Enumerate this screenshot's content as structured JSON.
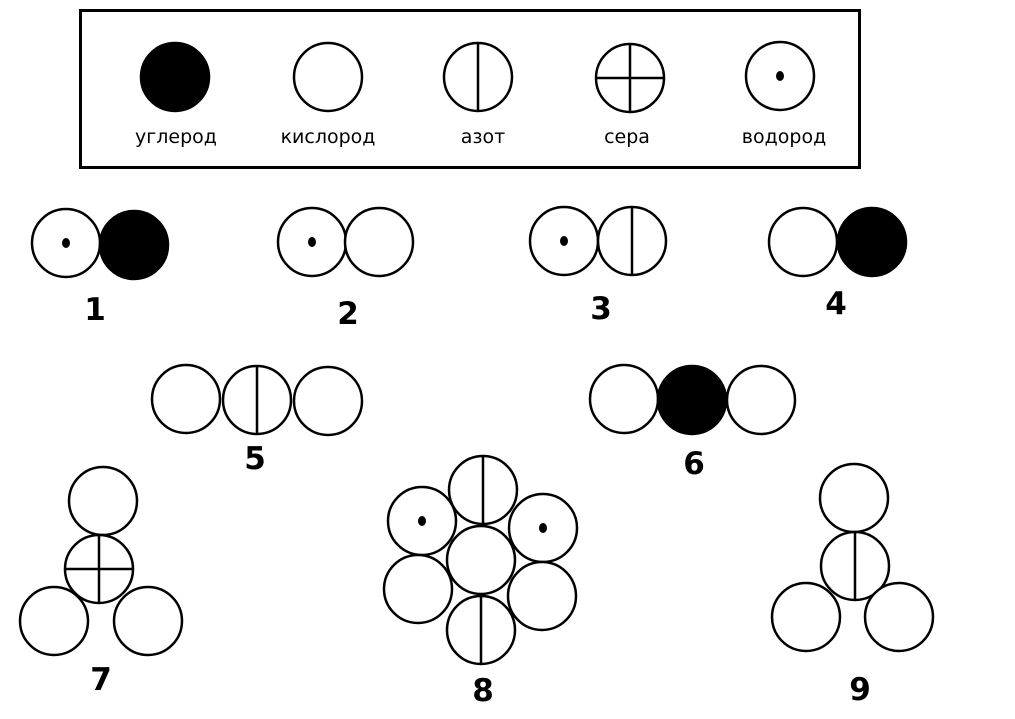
{
  "legend": {
    "items": [
      {
        "key": "carbon",
        "label": "углерод"
      },
      {
        "key": "oxygen",
        "label": "кислород"
      },
      {
        "key": "nitrogen",
        "label": "азот"
      },
      {
        "key": "sulfur",
        "label": "сера"
      },
      {
        "key": "hydrogen",
        "label": "водород"
      }
    ]
  },
  "molecules": [
    {
      "number": "1",
      "atoms": [
        "hydrogen",
        "carbon"
      ]
    },
    {
      "number": "2",
      "atoms": [
        "hydrogen",
        "oxygen"
      ]
    },
    {
      "number": "3",
      "atoms": [
        "hydrogen",
        "nitrogen"
      ]
    },
    {
      "number": "4",
      "atoms": [
        "oxygen",
        "carbon"
      ]
    },
    {
      "number": "5",
      "atoms": [
        "oxygen",
        "nitrogen",
        "oxygen"
      ]
    },
    {
      "number": "6",
      "atoms": [
        "oxygen",
        "carbon",
        "oxygen"
      ]
    },
    {
      "number": "7",
      "atoms": [
        "oxygen",
        "sulfur",
        "oxygen",
        "oxygen"
      ]
    },
    {
      "number": "8",
      "atoms": [
        "hydrogen",
        "nitrogen",
        "hydrogen",
        "oxygen",
        "oxygen",
        "oxygen",
        "nitrogen"
      ]
    },
    {
      "number": "9",
      "atoms": [
        "oxygen",
        "nitrogen",
        "oxygen",
        "oxygen"
      ]
    }
  ]
}
